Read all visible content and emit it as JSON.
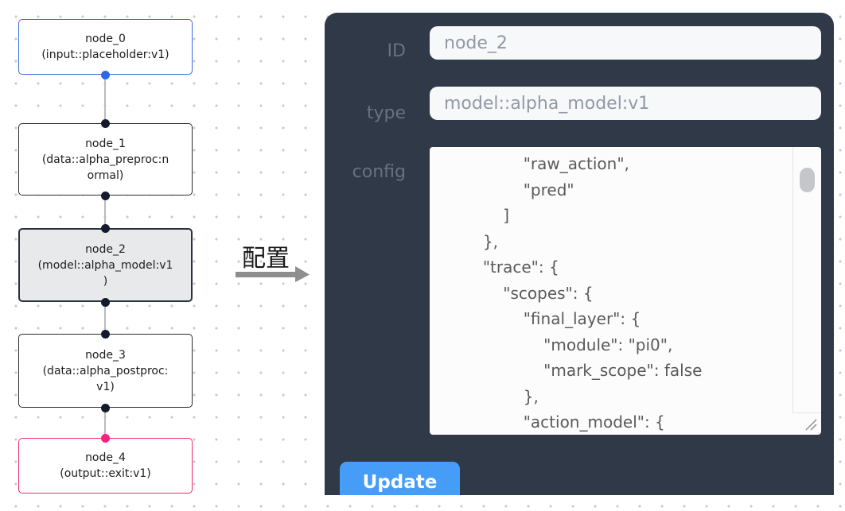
{
  "canvas": {
    "nodes": [
      {
        "title": "node_0",
        "subtitle": "(input::placeholder:v1)",
        "accent": "#3b6de2",
        "state": "input"
      },
      {
        "title": "node_1",
        "subtitle": "(data::alpha_preproc:n\normal)",
        "accent": "#2b2b2b",
        "state": "default"
      },
      {
        "title": "node_2",
        "subtitle": "(model::alpha_model:v1\n)",
        "accent": "#2a3140",
        "state": "selected"
      },
      {
        "title": "node_3",
        "subtitle": "(data::alpha_postproc:\nv1)",
        "accent": "#2b2b2b",
        "state": "default"
      },
      {
        "title": "node_4",
        "subtitle": "(output::exit:v1)",
        "accent": "#ee2a72",
        "state": "output"
      }
    ],
    "handle_colors": {
      "source_blue": "#2b6cd9",
      "default_dark": "#141b2d",
      "target_pink": "#f0247c"
    }
  },
  "transition": {
    "label": "配置",
    "arrow_color": "#8e8e8e"
  },
  "panel": {
    "background": "#2f3947",
    "id_label": "ID",
    "id_value": "node_2",
    "type_label": "type",
    "type_value": "model::alpha_model:v1",
    "config_label": "config",
    "config_text": "                \"raw_action\",\n                \"pred\"\n            ]\n        },\n        \"trace\": {\n            \"scopes\": {\n                \"final_layer\": {\n                    \"module\": \"pi0\",\n                    \"mark_scope\": false\n                },\n                \"action_model\": {",
    "update_label": "Update",
    "update_color": "#459df8"
  }
}
